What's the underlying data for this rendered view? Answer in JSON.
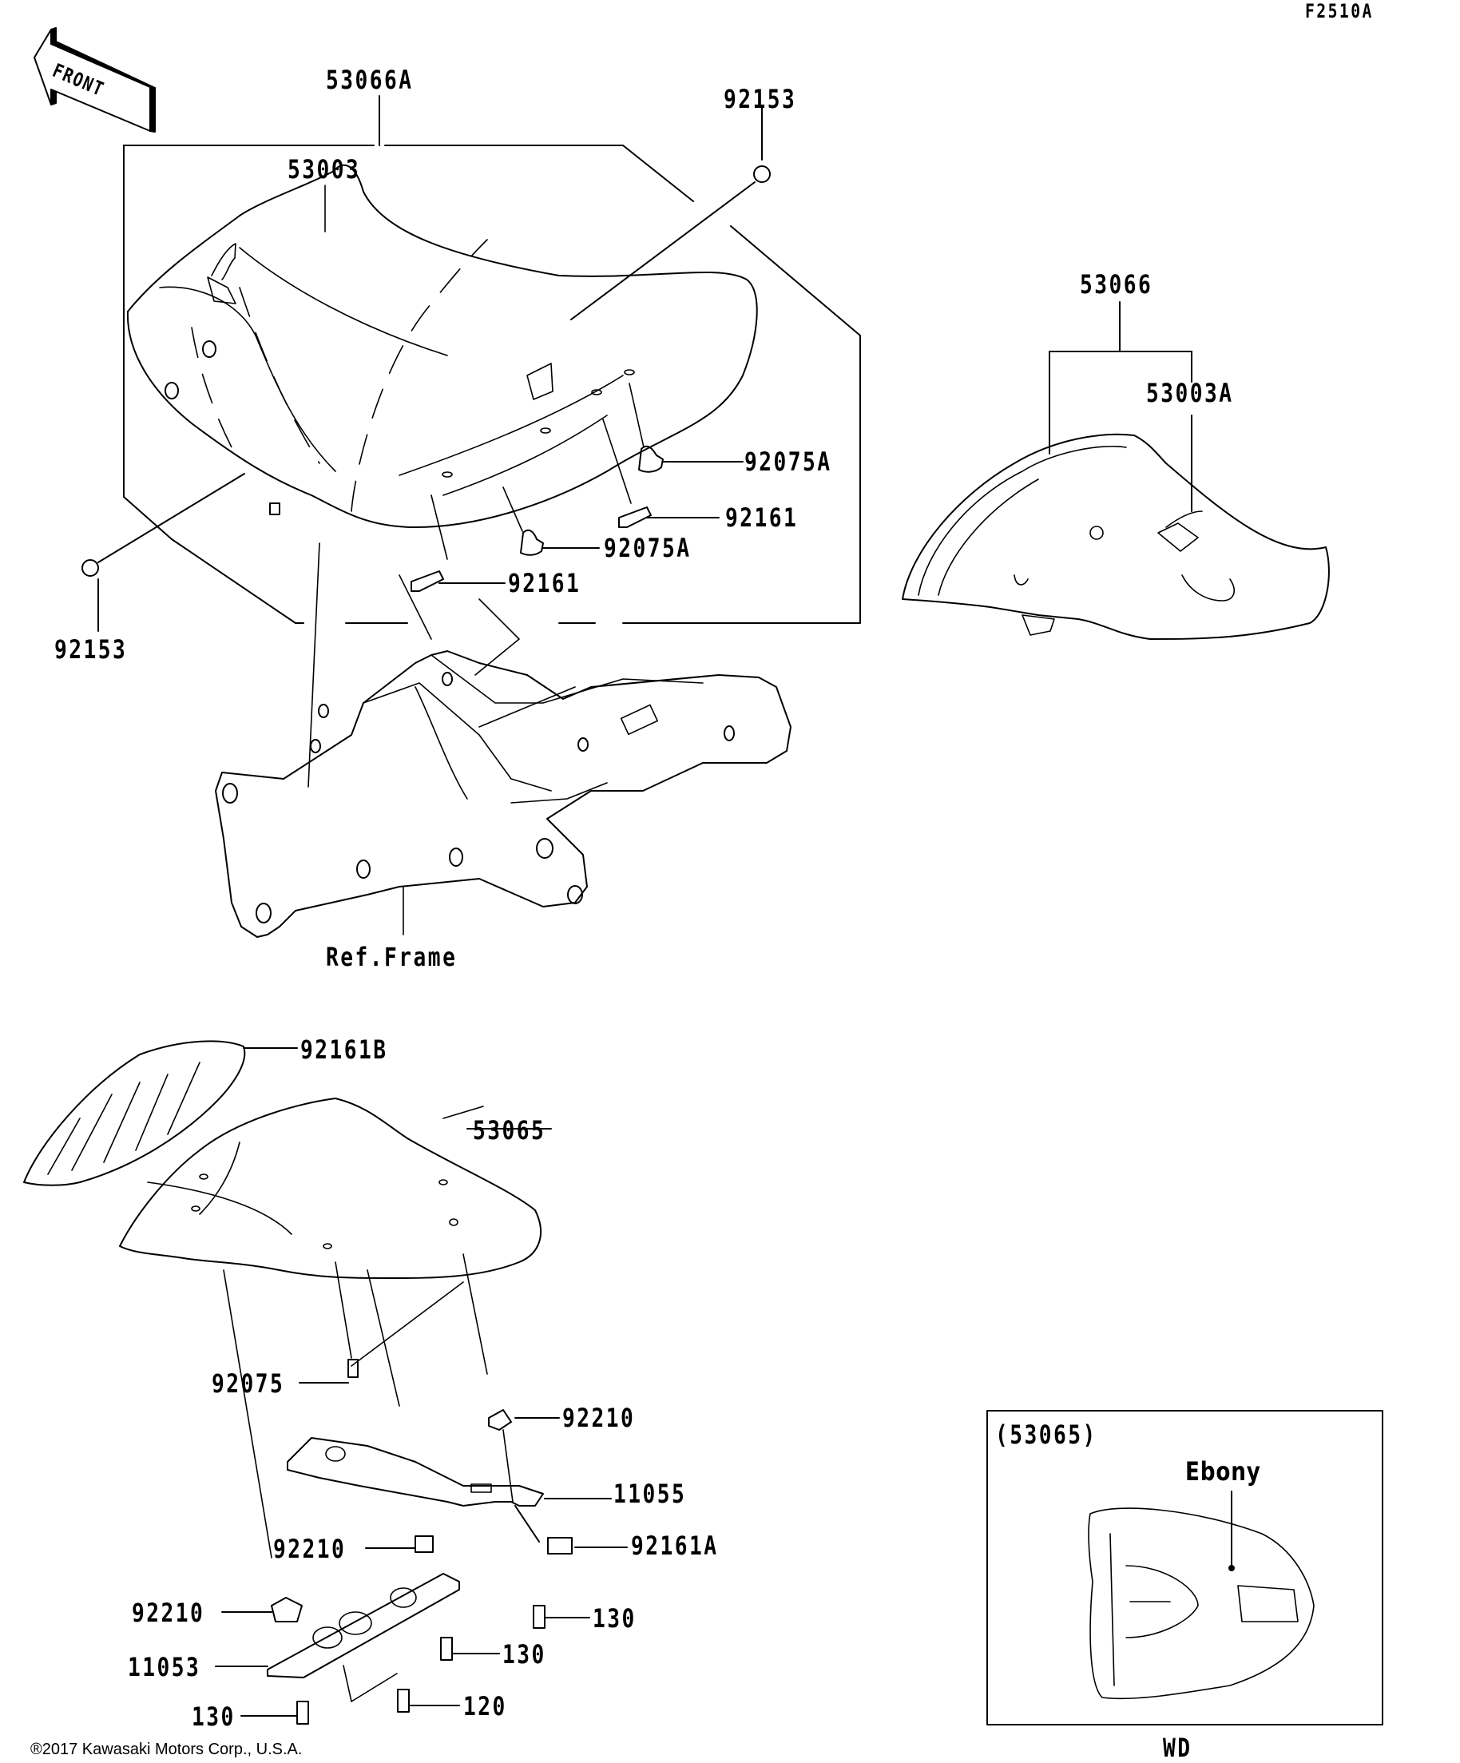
{
  "diagram_code": "F2510A",
  "front_arrow": {
    "label": "FRONT",
    "icon": "front-direction-arrow-icon"
  },
  "assemblies": {
    "seat_front_assy": {
      "part": "53066A",
      "children": [
        "53003",
        "92153",
        "92075A",
        "92161"
      ]
    },
    "seat_rear_assy": {
      "part": "53066",
      "children": [
        "53003A"
      ]
    }
  },
  "labels": {
    "p53066A": "53066A",
    "p53003": "53003",
    "p92153_top": "92153",
    "p92153_bottom": "92153",
    "p92075A_right": "92075A",
    "p92075A_lower": "92075A",
    "p92161_right": "92161",
    "p92161_lower": "92161",
    "ref_frame": "Ref.Frame",
    "p53066": "53066",
    "p53003A": "53003A",
    "p92161B": "92161B",
    "p53065": "53065",
    "p92075": "92075",
    "p92210_top": "92210",
    "p11055": "11055",
    "p92161A": "92161A",
    "p92210_mid": "92210",
    "p92210_left": "92210",
    "p130_right": "130",
    "p130_mid": "130",
    "p11053": "11053",
    "p120": "120",
    "p130_bottom": "130"
  },
  "inset": {
    "title": "(53065)",
    "color_label": "Ebony",
    "caption": "WD"
  },
  "copyright": "®2017 Kawasaki Motors Corp., U.S.A."
}
